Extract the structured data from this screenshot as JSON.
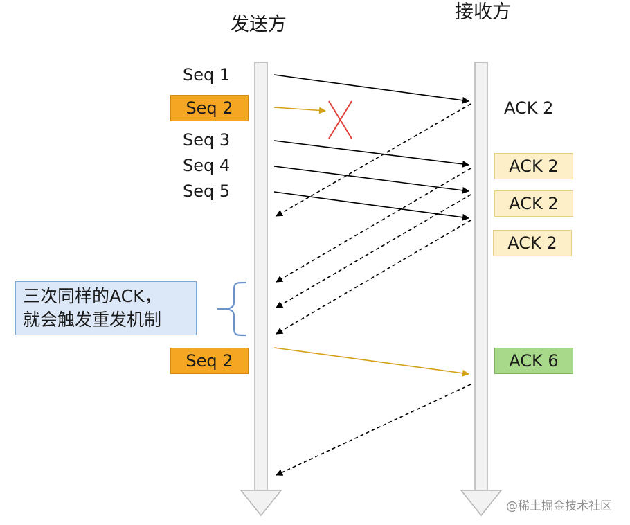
{
  "sender": {
    "title": "发送方"
  },
  "receiver": {
    "title": "接收方"
  },
  "sender_labels": {
    "seq1": "Seq 1",
    "seq2_lost": "Seq 2",
    "seq3": "Seq 3",
    "seq4": "Seq 4",
    "seq5": "Seq 5",
    "seq2_retx": "Seq 2"
  },
  "receiver_labels": {
    "ack_first": "ACK 2",
    "ack_dup_1": "ACK 2",
    "ack_dup_2": "ACK 2",
    "ack_dup_3": "ACK 2",
    "ack_final": "ACK 6"
  },
  "note": {
    "line1": "三次同样的ACK，",
    "line2": "就会触发重发机制"
  },
  "watermark": "@稀土掘金技术社区",
  "colors": {
    "seq_highlight": "#f5a623",
    "ack_duplicate": "#fdf0c8",
    "ack_success": "#a8d88a",
    "note_fill": "#dce8f8",
    "note_border": "#7ea6d6",
    "brace": "#6b93c8",
    "lost_packet_arrow": "#d4a017",
    "retransmit_arrow": "#d4a017",
    "loss_mark": "#e0403a",
    "timeline_fill": "#f2f2f2",
    "timeline_stroke": "#b3b3b3"
  }
}
